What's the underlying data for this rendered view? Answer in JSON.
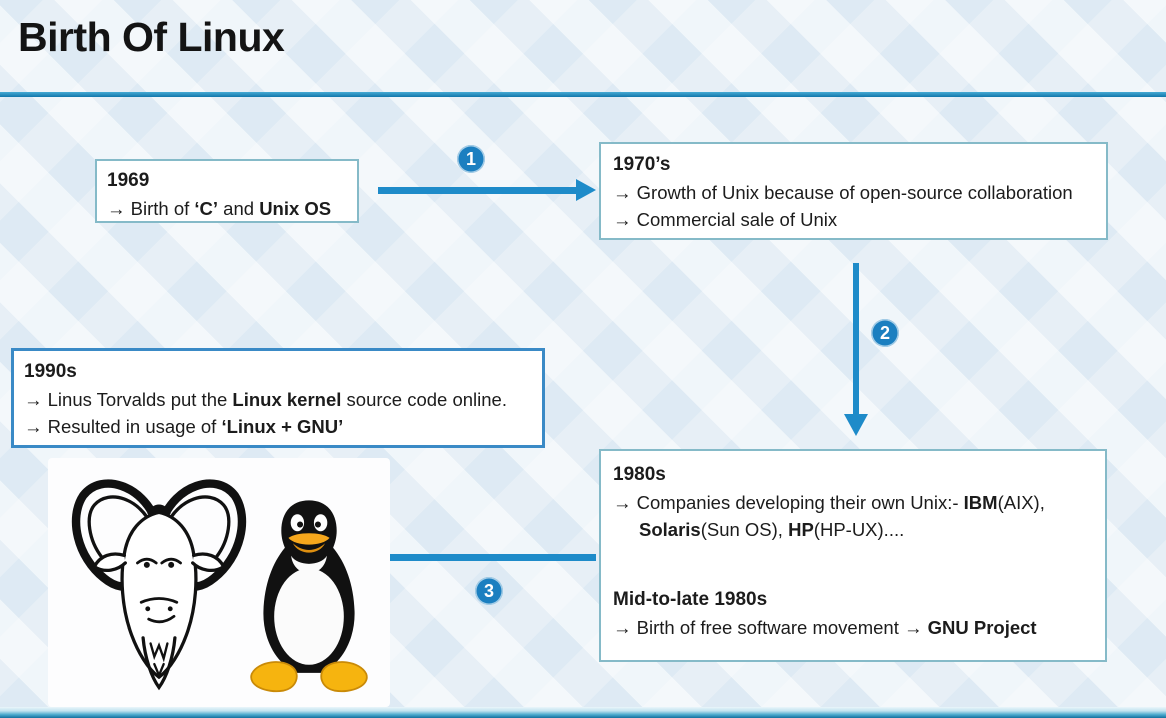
{
  "slide": {
    "title": "Birth Of Linux"
  },
  "colors": {
    "accent_arrow_blue": "#1e8bc9",
    "badge_blue": "#1b7fc0",
    "header_rule_blue": "#1579ad",
    "box_border_teal": "#85bac8",
    "highlight_box_border_blue": "#3a8ac6",
    "background_tint": "#e7eff6"
  },
  "badges": [
    "1",
    "2",
    "3"
  ],
  "boxes": [
    {
      "name": "era-box-1969",
      "heading": "1969",
      "lines": [
        {
          "arrow": true,
          "segments": [
            {
              "t": "Birth of "
            },
            {
              "t": "‘C’",
              "b": true
            },
            {
              "t": " and "
            },
            {
              "t": "Unix OS",
              "b": true
            }
          ]
        }
      ]
    },
    {
      "name": "era-box-1970s",
      "heading": "1970’s",
      "lines": [
        {
          "arrow": true,
          "segments": [
            {
              "t": "Growth of Unix because of open-source collaboration"
            }
          ]
        },
        {
          "arrow": true,
          "segments": [
            {
              "t": "Commercial sale of Unix"
            }
          ]
        }
      ]
    },
    {
      "name": "era-box-1980s",
      "heading": "1980s",
      "lines": [
        {
          "arrow": true,
          "segments": [
            {
              "t": "Companies developing their own Unix:- "
            },
            {
              "t": "IBM",
              "b": true
            },
            {
              "t": "(AIX),"
            },
            {
              "br": true
            },
            {
              "t": "Solaris",
              "b": true
            },
            {
              "t": "(Sun OS), "
            },
            {
              "t": "HP",
              "b": true
            },
            {
              "t": "(HP-UX)...."
            }
          ]
        },
        {
          "gap": true
        },
        {
          "sub": "Mid-to-late 1980s"
        },
        {
          "arrow": true,
          "segments": [
            {
              "t": "Birth of free software movement "
            },
            {
              "t": "→ GNU Project",
              "b": true
            }
          ]
        }
      ]
    },
    {
      "name": "era-box-1990s",
      "heading": "1990s",
      "lines": [
        {
          "arrow": true,
          "segments": [
            {
              "t": "Linus Torvalds put the "
            },
            {
              "t": "Linux kernel",
              "b": true
            },
            {
              "t": " source code online."
            }
          ]
        },
        {
          "arrow": true,
          "segments": [
            {
              "t": "Resulted in usage of "
            },
            {
              "t": "‘Linux + GNU’",
              "b": true
            }
          ]
        }
      ]
    }
  ],
  "mascots": [
    {
      "name": "gnu-mascot",
      "label": "GNU head drawing"
    },
    {
      "name": "tux-penguin",
      "label": "Tux the Linux penguin"
    }
  ]
}
